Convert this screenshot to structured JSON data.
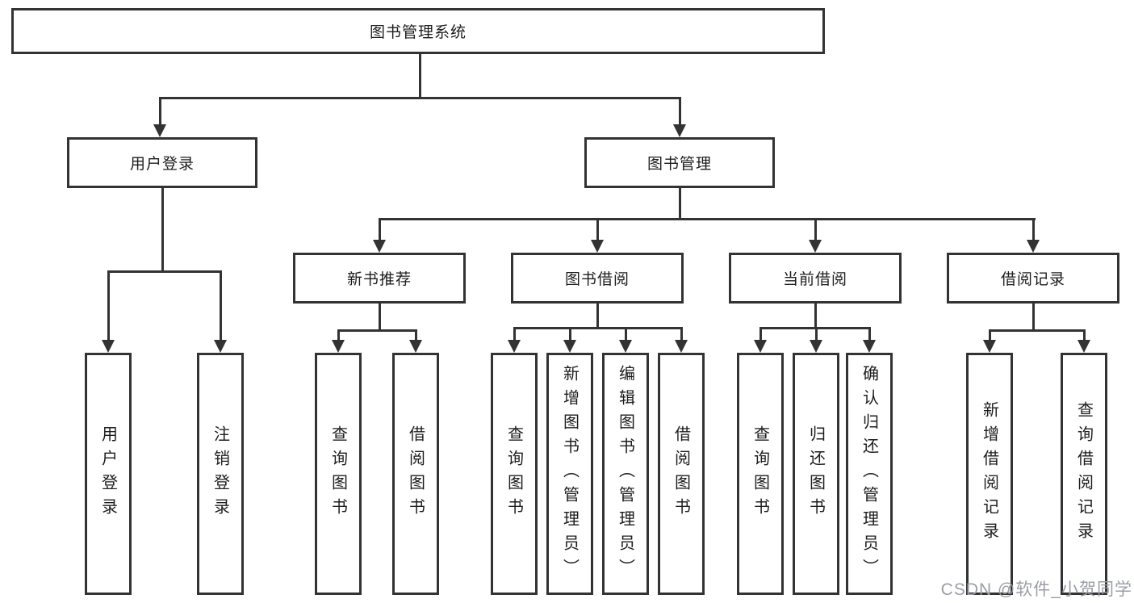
{
  "colors": {
    "line": "#333333",
    "text": "#1d1d1f",
    "watermark": "#9a9ea6",
    "background": "#ffffff"
  },
  "tree": {
    "root": "图书管理系统",
    "branches": [
      {
        "label": "用户登录",
        "children": [
          "用户登录",
          "注销登录"
        ]
      },
      {
        "label": "图书管理",
        "groups": [
          {
            "label": "新书推荐",
            "children": [
              "查询图书",
              "借阅图书"
            ]
          },
          {
            "label": "图书借阅",
            "children": [
              "查询图书",
              "新增图书（管理员）",
              "编辑图书（管理员）",
              "借阅图书"
            ]
          },
          {
            "label": "当前借阅",
            "children": [
              "查询图书",
              "归还图书",
              "确认归还（管理员）"
            ]
          },
          {
            "label": "借阅记录",
            "children": [
              "新增借阅记录",
              "查询借阅记录"
            ]
          }
        ]
      }
    ]
  },
  "watermark": {
    "text": "CSDN @软件_小贺同学"
  }
}
